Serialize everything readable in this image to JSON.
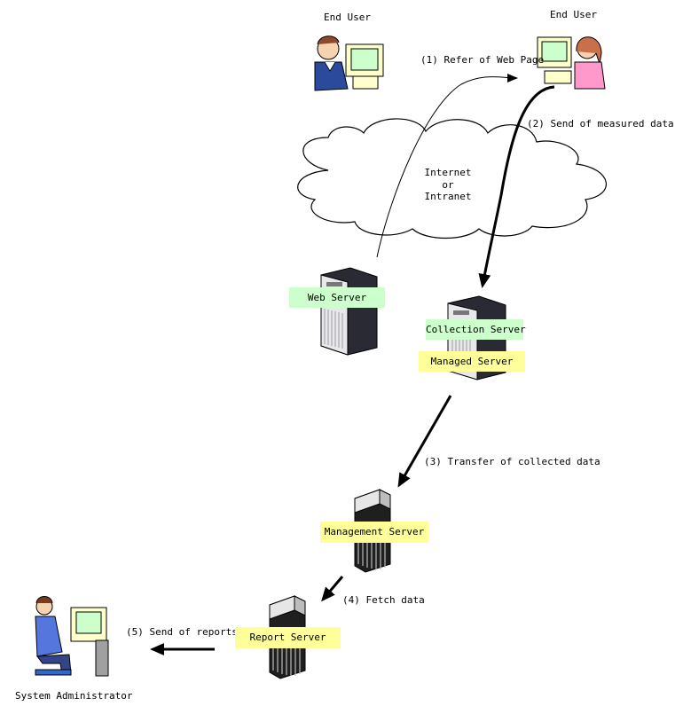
{
  "actors": {
    "end_user_left": "End User",
    "end_user_right": "End User",
    "system_admin": "System Administrator"
  },
  "cloud": {
    "line1": "Internet",
    "line2": "or",
    "line3": "Intranet"
  },
  "servers": {
    "web": "Web Server",
    "collection": "Collection Server",
    "managed": "Managed Server",
    "management": "Management Server",
    "report": "Report Server"
  },
  "steps": {
    "s1": "(1) Refer of Web Page",
    "s2": "(2) Send of measured data",
    "s3": "(3) Transfer of collected data",
    "s4": "(4) Fetch data",
    "s5": "(5) Send of reports"
  },
  "colors": {
    "green_label": "#ccffcc",
    "yellow_label": "#ffff99"
  }
}
